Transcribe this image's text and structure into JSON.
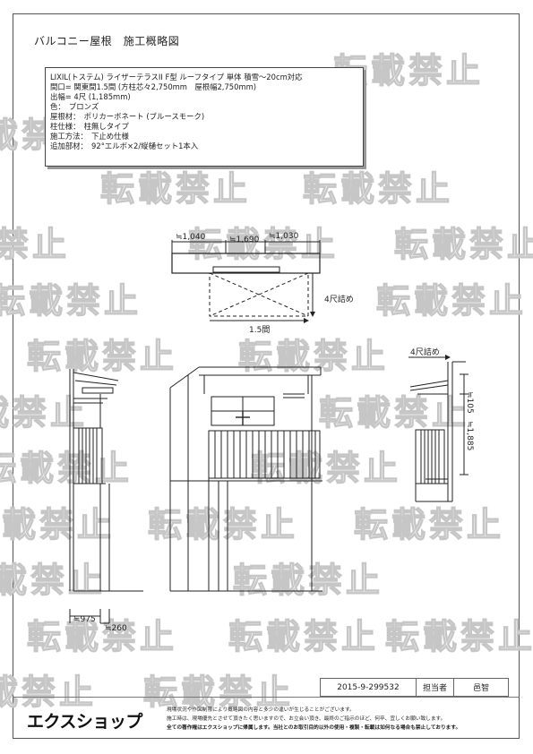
{
  "title": "バルコニー屋根　施工概略図",
  "spec": {
    "lines": [
      "LIXIL(トステム) ライザーテラスII F型 ルーフタイプ 単体 積雪～20cm対応",
      "間口= 関東間1.5間 (方柱芯々2,750mm　屋根幅2,750mm)",
      "出幅= 4尺 (1,185mm)",
      "色：　ブロンズ",
      "屋根材：　ポリカーボネート (ブルースモーク)",
      "柱仕様：　柱無しタイプ",
      "施工方法：　下止め仕様",
      "追加部材：　92°エルボ×2/縦樋セット1本入"
    ]
  },
  "plan": {
    "dim_left": "≒1,040",
    "dim_mid": "≒1,690",
    "dim_right": "≒1,030",
    "depth_label": "4尺詰め",
    "width_label": "1.5間"
  },
  "side_left": {
    "dim_a": "≒975",
    "dim_b": "≒260"
  },
  "side_right": {
    "depth_label": "4尺詰め",
    "dim_a": "≒105",
    "dim_b": "≒1,885"
  },
  "watermark": "転載禁止",
  "footer": {
    "code": "2015-9-299532",
    "staff_label": "担当者",
    "staff_name": "邑智",
    "logo": "エクスショップ",
    "note1": "現場状況や作図制限により概略図の内容と多少の違いが生じることがございます。",
    "note2": "施工時は、現場優先とさせて頂きたく思いますので、お立会い頂き、最終のご指示のほど、何卒、宜しくお願い致します。",
    "note3": "全ての著作権はエクスショップに帰属します。当社とのお取引目的以外の使用・複製・転載は如何なる場合も禁止しております。"
  }
}
